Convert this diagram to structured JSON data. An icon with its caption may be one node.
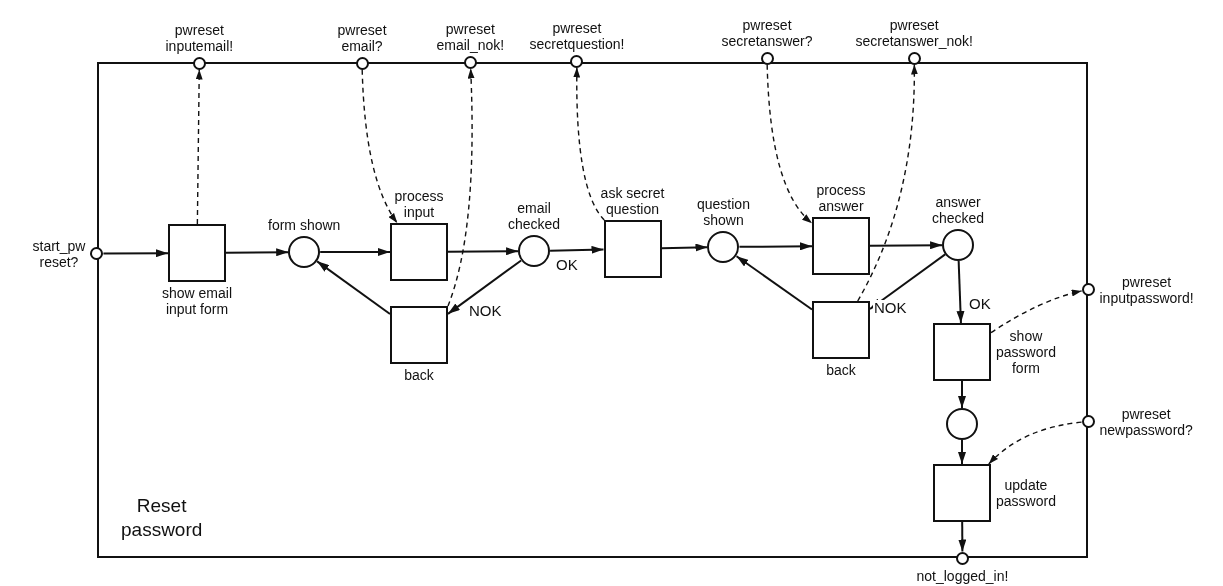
{
  "diagram": {
    "nodes": [
      {
        "text": [
          "Reset password"
        ]
      },
      {
        "text": [
          "start_pw reset?"
        ]
      },
      {
        "text": [
          "pwreset inputemail!"
        ]
      },
      {
        "text": [
          "pwreset email?"
        ]
      },
      {
        "text": [
          "pwreset email_nok!"
        ]
      },
      {
        "text": [
          "pwreset secretquestion!"
        ]
      },
      {
        "text": [
          "pwreset secretanswer?"
        ]
      },
      {
        "text": [
          "pwreset secretanswer_nok!"
        ]
      },
      {
        "text": [
          "pwreset inputpassword!"
        ]
      },
      {
        "text": [
          "pwreset newpassword?"
        ]
      },
      {
        "text": [
          "not_logged_in!"
        ]
      },
      {
        "text": [
          "show email input form"
        ],
        "in": 0
      },
      {
        "text": [
          "form shown"
        ],
        "in": 0
      },
      {
        "text": [
          "process input"
        ],
        "in": 0
      },
      {
        "text": [
          "back"
        ],
        "in": 0
      },
      {
        "text": [
          "email checked"
        ],
        "in": 0
      },
      {
        "text": [
          "ask secret question"
        ],
        "in": 0
      },
      {
        "text": [
          "question shown"
        ],
        "in": 0
      },
      {
        "text": [
          "process answer"
        ],
        "in": 0
      },
      {
        "text": [
          "back"
        ],
        "in": 0
      },
      {
        "text": [
          "answer checked"
        ],
        "in": 0
      },
      {
        "text": [
          "show password form"
        ],
        "in": 0
      },
      {
        "text": [],
        "shape": "circle",
        "in": 0
      },
      {
        "text": [
          "update password"
        ],
        "in": 0
      }
    ],
    "edges": [
      {
        "from": 1,
        "to": 11,
        "arrow": "to"
      },
      {
        "from": 11,
        "to": 12,
        "arrow": "to"
      },
      {
        "from": 12,
        "to": 13,
        "arrow": "to"
      },
      {
        "from": 13,
        "to": 15,
        "arrow": "to"
      },
      {
        "from": 15,
        "to": 14,
        "arrow": "to",
        "label": "NOK"
      },
      {
        "from": 14,
        "to": 12,
        "arrow": "to"
      },
      {
        "from": 15,
        "to": 16,
        "arrow": "to",
        "label": "OK"
      },
      {
        "from": 16,
        "to": 17,
        "arrow": "to"
      },
      {
        "from": 17,
        "to": 18,
        "arrow": "to"
      },
      {
        "from": 18,
        "to": 20,
        "arrow": "to"
      },
      {
        "from": 20,
        "to": 19,
        "arrow": "to",
        "label": "NOK"
      },
      {
        "from": 19,
        "to": 17,
        "arrow": "to"
      },
      {
        "from": 20,
        "to": 21,
        "arrow": "to",
        "label": "OK"
      },
      {
        "from": 21,
        "to": 22,
        "arrow": "to"
      },
      {
        "from": 22,
        "to": 23,
        "arrow": "to"
      },
      {
        "from": 23,
        "to": 10,
        "arrow": "to"
      },
      {
        "from": 11,
        "to": 2,
        "arrow": "to",
        "style": "dashed"
      },
      {
        "from": 3,
        "to": 13,
        "arrow": "to",
        "style": "dashed"
      },
      {
        "from": 14,
        "to": 4,
        "arrow": "to",
        "style": "dashed"
      },
      {
        "from": 16,
        "to": 5,
        "arrow": "to",
        "style": "dashed"
      },
      {
        "from": 6,
        "to": 18,
        "arrow": "to",
        "style": "dashed"
      },
      {
        "from": 19,
        "to": 7,
        "arrow": "to",
        "style": "dashed"
      },
      {
        "from": 21,
        "to": 8,
        "arrow": "to",
        "style": "dashed"
      },
      {
        "from": 9,
        "to": 23,
        "arrow": "to",
        "style": "dashed"
      }
    ]
  }
}
